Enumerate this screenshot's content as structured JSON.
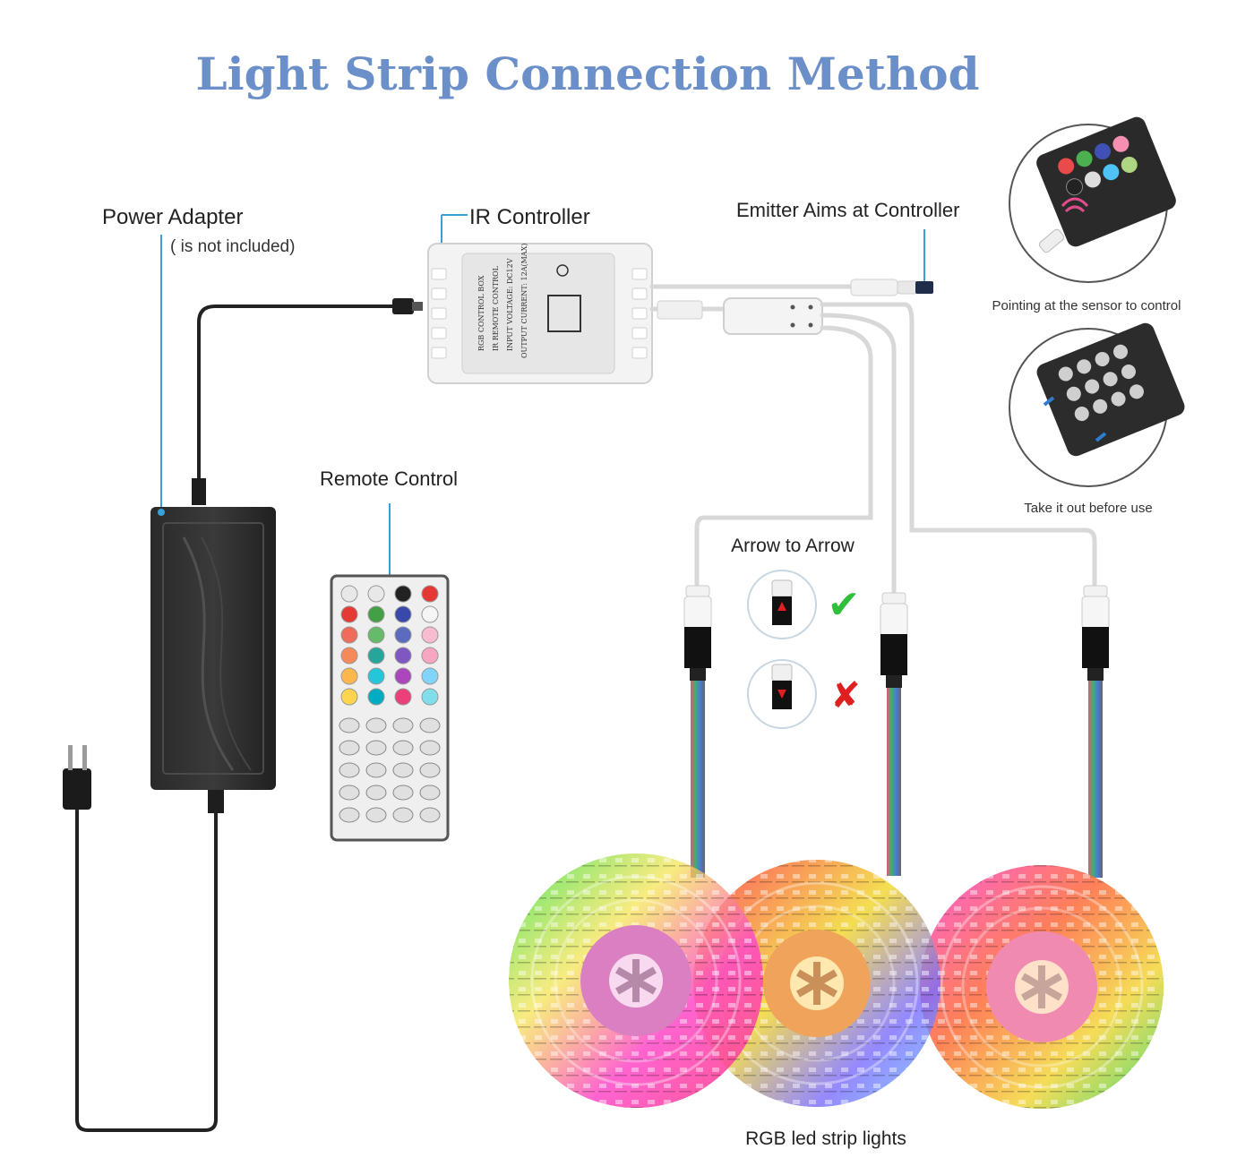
{
  "title": "Light Strip Connection Method",
  "labels": {
    "power_adapter": "Power Adapter",
    "power_adapter_note": "( is not included)",
    "ir_controller": "IR Controller",
    "emitter": "Emitter Aims at Controller",
    "remote_control": "Remote Control",
    "arrow_to_arrow": "Arrow to Arrow",
    "rgb_strips": "RGB led strip lights"
  },
  "insets": {
    "pointing": "Pointing at the sensor to control",
    "take_out": "Take it out before use"
  },
  "controller_box_text": [
    "RGB CONTROL BOX",
    "IR REMOTE CONTROL",
    "INPUT VOLTAGE: DC12V",
    "OUTPUT CURRENT: 12A(MAX)"
  ],
  "marks": {
    "correct": "✔",
    "wrong": "✘"
  },
  "colors": {
    "title": "#6b8fc9",
    "callout": "#3aa0d8",
    "check": "#2fbf3a",
    "cross": "#e02020"
  },
  "icons": [
    "power-adapter",
    "plug",
    "ir-controller-box",
    "remote-control",
    "ir-emitter",
    "rgb-connector",
    "led-strip-reel",
    "check-icon",
    "cross-icon"
  ]
}
